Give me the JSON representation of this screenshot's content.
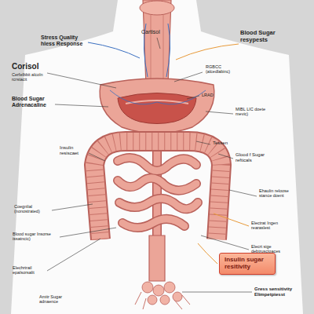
{
  "diagram": {
    "nodes": [
      {
        "text": [
          "Insulin sugar resitivity"
        ]
      }
    ],
    "labels": [
      "Stress Quality hless Response",
      "Cartisol",
      "Blood Sugar resypests",
      "Corisol",
      "Cerfelbbit alcoln rcrstacit",
      "RGBCC (alcedlabinc)",
      "LRAD",
      "Blood Sugar Adrenacaline",
      "MIBL LIC doete mevic)",
      "Tessen",
      "Insulin resiscaet",
      "Glood f Sugar refticals",
      "Ehaulin reloose stance doent",
      "Coegnlial (nonostrated)",
      "Electrat Ingen rearaslest",
      "Blood sugar Insorse issatncic)",
      "Elecrt sige debtruscloaces",
      "Elechrtrail epalsorsalit",
      "Amitr Sugar adnaence",
      "Gress sensitivity Elimpetpiesst"
    ]
  }
}
